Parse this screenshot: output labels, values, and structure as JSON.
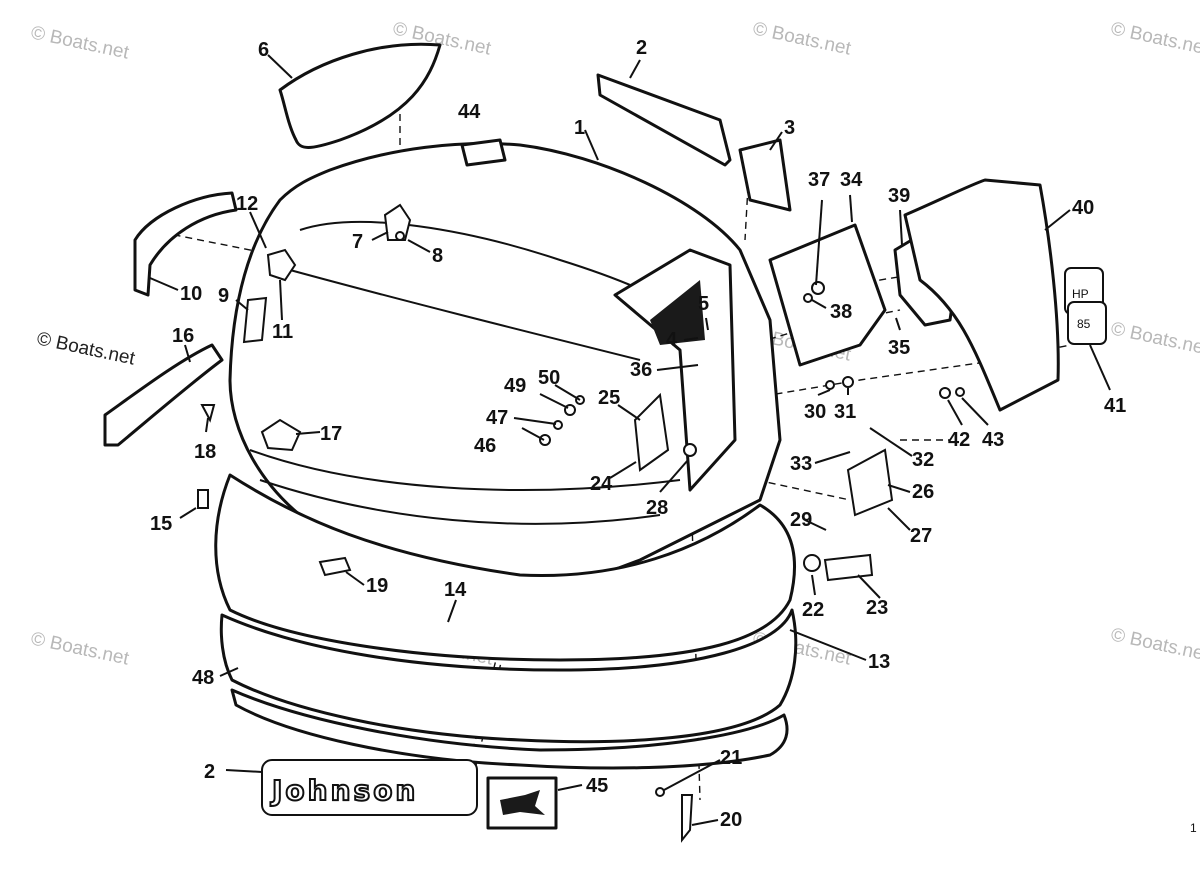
{
  "watermark": "© Boats.net",
  "corner_mark": "1",
  "logo_text": "Johnson",
  "decal_41": {
    "top": "HP",
    "bottom": "85"
  },
  "callouts": {
    "c1": "1",
    "c2a": "2",
    "c2b": "2",
    "c3": "3",
    "c4": "4",
    "c5": "5",
    "c6": "6",
    "c7": "7",
    "c8": "8",
    "c9": "9",
    "c10": "10",
    "c11": "11",
    "c12": "12",
    "c13": "13",
    "c14": "14",
    "c15": "15",
    "c16": "16",
    "c17": "17",
    "c18": "18",
    "c19": "19",
    "c20": "20",
    "c21": "21",
    "c22": "22",
    "c23": "23",
    "c24": "24",
    "c25": "25",
    "c26": "26",
    "c27": "27",
    "c28": "28",
    "c29": "29",
    "c30": "30",
    "c31": "31",
    "c32": "32",
    "c33": "33",
    "c34": "34",
    "c35": "35",
    "c36": "36",
    "c37": "37",
    "c38": "38",
    "c39": "39",
    "c40": "40",
    "c41": "41",
    "c42": "42",
    "c43": "43",
    "c44": "44",
    "c45": "45",
    "c46": "46",
    "c47": "47",
    "c48": "48",
    "c49": "49",
    "c50": "50"
  }
}
